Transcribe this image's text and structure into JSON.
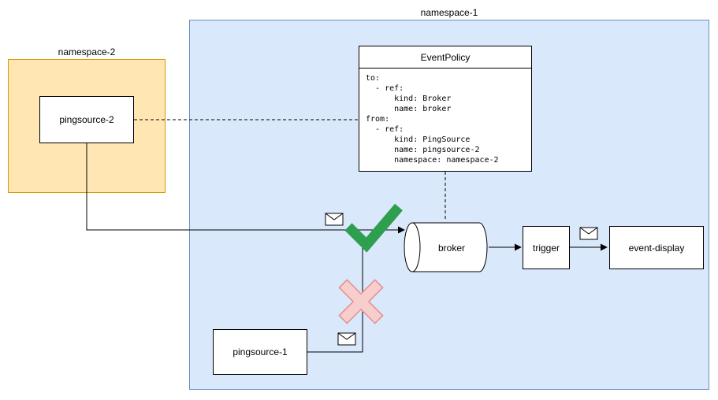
{
  "diagram": {
    "namespaces": {
      "namespace1": {
        "label": "namespace-1"
      },
      "namespace2": {
        "label": "namespace-2"
      }
    },
    "nodes": {
      "pingsource2": {
        "label": "pingsource-2"
      },
      "pingsource1": {
        "label": "pingsource-1"
      },
      "broker": {
        "label": "broker"
      },
      "trigger": {
        "label": "trigger"
      },
      "eventDisplay": {
        "label": "event-display"
      }
    },
    "eventPolicy": {
      "title": "EventPolicy",
      "yaml": "to:\n  - ref:\n      kind: Broker\n      name: broker\nfrom:\n  - ref:\n      kind: PingSource\n      name: pingsource-2\n      namespace: namespace-2"
    },
    "icons": {
      "checkmark": "allowed-check",
      "cross": "blocked-cross",
      "envelope": "event-message"
    },
    "colors": {
      "namespace1Fill": "#dae8fc",
      "namespace1Border": "#6c8ebf",
      "namespace2Fill": "#ffe6b3",
      "namespace2Border": "#d79b00",
      "checkGreen": "#2e9e4f",
      "crossFill": "#f8cecc",
      "crossStroke": "#e38d8d",
      "nodeFill": "#ffffff",
      "nodeBorder": "#000000"
    }
  }
}
